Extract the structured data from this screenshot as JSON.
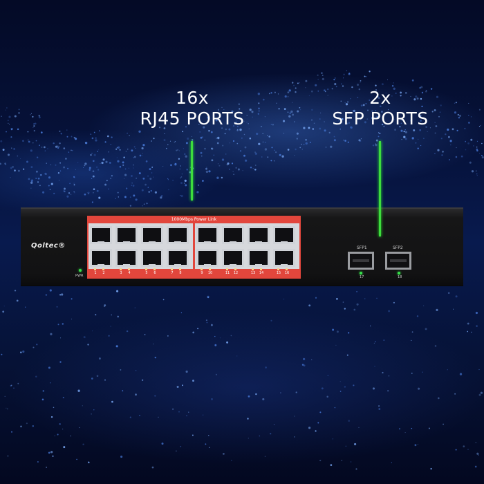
{
  "callouts": {
    "rj45": {
      "count": "16x",
      "label": "RJ45 PORTS"
    },
    "sfp": {
      "count": "2x",
      "label": "SFP PORTS"
    }
  },
  "device": {
    "brand": "Qoltec®",
    "panel_label": "1000Mbps Power Link",
    "power_label": "PWR",
    "rj45_port_numbers": [
      "1",
      "2",
      "3",
      "4",
      "5",
      "6",
      "7",
      "8",
      "9",
      "10",
      "11",
      "12",
      "13",
      "14",
      "15",
      "16"
    ],
    "sfp_ports": [
      {
        "label": "SFP1",
        "number": "17"
      },
      {
        "label": "SFP2",
        "number": "18"
      }
    ]
  },
  "colors": {
    "accent_line": "#3ddc3d",
    "panel_red": "#e2463c",
    "led_green": "#37e24a",
    "background": "#06123a"
  },
  "icons": [
    "led-indicator-icon",
    "rj45-port-icon",
    "sfp-cage-icon"
  ]
}
